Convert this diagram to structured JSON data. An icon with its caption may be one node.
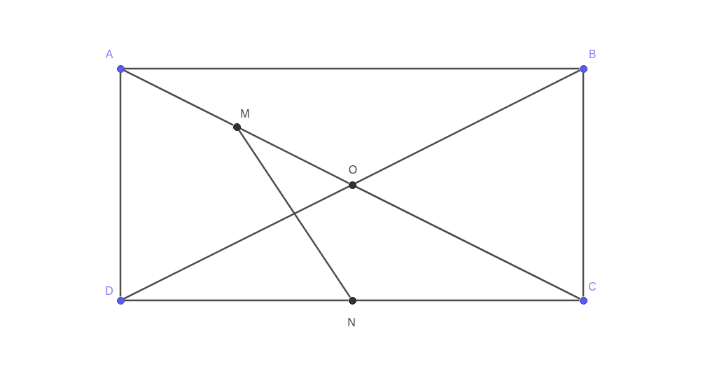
{
  "diagram": {
    "nodes": [
      {
        "text": [
          "A"
        ]
      },
      {
        "text": [
          "B"
        ]
      },
      {
        "text": [
          "C"
        ]
      },
      {
        "text": [
          "D"
        ]
      },
      {
        "text": [
          "M"
        ]
      },
      {
        "text": [
          "O"
        ]
      },
      {
        "text": [
          "N"
        ]
      }
    ],
    "edges": [
      {
        "from": 0,
        "to": 1,
        "arrow": "none"
      },
      {
        "from": 1,
        "to": 2,
        "arrow": "none"
      },
      {
        "from": 2,
        "to": 6,
        "arrow": "none"
      },
      {
        "from": 6,
        "to": 3,
        "arrow": "none"
      },
      {
        "from": 3,
        "to": 0,
        "arrow": "none"
      },
      {
        "from": 0,
        "to": 4,
        "arrow": "none"
      },
      {
        "from": 4,
        "to": 5,
        "arrow": "none"
      },
      {
        "from": 5,
        "to": 2,
        "arrow": "none"
      },
      {
        "from": 1,
        "to": 5,
        "arrow": "none"
      },
      {
        "from": 5,
        "to": 3,
        "arrow": "none"
      },
      {
        "from": 4,
        "to": 6,
        "arrow": "none"
      }
    ]
  }
}
